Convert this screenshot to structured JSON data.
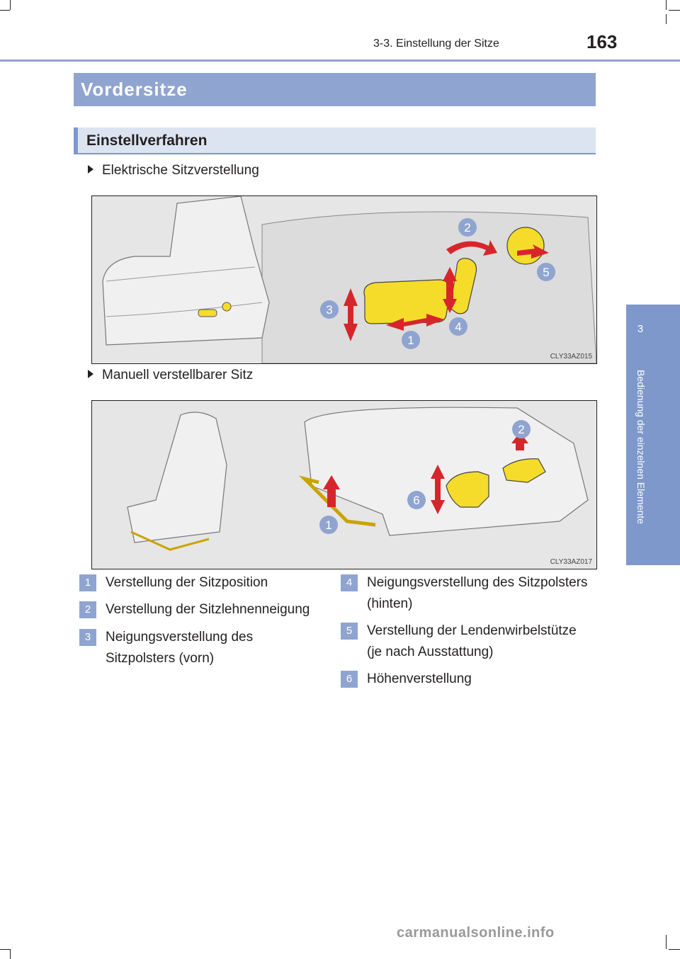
{
  "header": {
    "section": "3-3. Einstellung der Sitze",
    "page_number": "163"
  },
  "side_tab": {
    "chapter_number": "3",
    "chapter_title": "Bedienung der einzelnen Elemente"
  },
  "section_title": "Vordersitze",
  "subsection_title": "Einstellverfahren",
  "figures": [
    {
      "bullet": "Elektrische Sitzverstellung",
      "code": "CLY33AZ015",
      "callouts": [
        "1",
        "2",
        "3",
        "4",
        "5"
      ]
    },
    {
      "bullet": "Manuell verstellbarer Sitz",
      "code": "CLY33AZ017",
      "callouts": [
        "1",
        "2",
        "6"
      ]
    }
  ],
  "legend": {
    "left": [
      {
        "num": "1",
        "text": "Verstellung der Sitzposition"
      },
      {
        "num": "2",
        "text": "Verstellung der Sitzlehnenneigung"
      },
      {
        "num": "3",
        "text": "Neigungsverstellung des Sitzpolsters (vorn)"
      }
    ],
    "right": [
      {
        "num": "4",
        "text": "Neigungsverstellung des Sitzpolsters (hinten)"
      },
      {
        "num": "5",
        "text": "Verstellung der Lendenwirbelstütze (je nach Ausstattung)"
      },
      {
        "num": "6",
        "text": "Höhenverstellung"
      }
    ]
  },
  "footer": "carmanualsonline.info",
  "colors": {
    "accent": "#8fa4cf",
    "tab": "#7f98cb",
    "highlight": "#f6dc2a",
    "arrow": "#d7262b",
    "callout": "#8fa4cf"
  }
}
